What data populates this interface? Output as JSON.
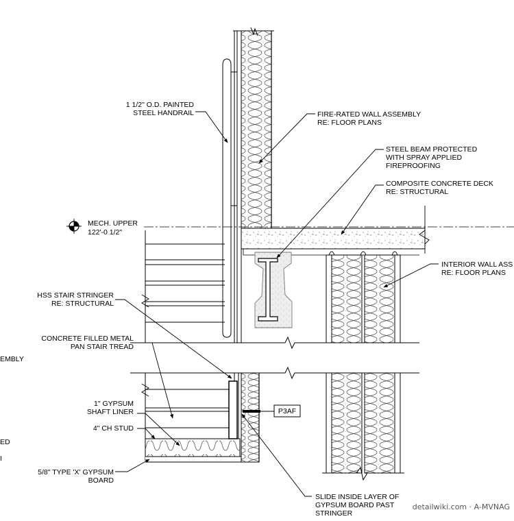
{
  "level_marker": {
    "name": "MECH. UPPER",
    "elevation": "122'-0 1/2\""
  },
  "callouts": {
    "handrail": [
      "1 1/2\" O.D. PAINTED",
      "STEEL HANDRAIL"
    ],
    "fire_wall": [
      "FIRE-RATED WALL ASSEMBLY",
      "RE: FLOOR PLANS"
    ],
    "steel_beam": [
      "STEEL BEAM PROTECTED",
      "WITH SPRAY APPLIED",
      "FIREPROOFING"
    ],
    "deck": [
      "COMPOSITE CONCRETE DECK",
      "RE: STRUCTURAL"
    ],
    "interior_wall": [
      "INTERIOR WALL ASS",
      "RE: FLOOR PLANS"
    ],
    "stringer": [
      "HSS STAIR STRINGER",
      "RE: STRUCTURAL"
    ],
    "tread": [
      "CONCRETE FILLED METAL",
      "PAN STAIR TREAD"
    ],
    "shaft_liner": [
      "1\" GYPSUM",
      "SHAFT LINER"
    ],
    "stud": [
      "4\" CH STUD"
    ],
    "gypsum_board": [
      "5/8\" TYPE 'X' GYPSUM",
      "BOARD"
    ],
    "slide_inside": [
      "SLIDE INSIDE LAYER OF",
      "GYPSUM BOARD PAST",
      "STRINGER"
    ]
  },
  "partial_left_labels": [
    "EMBLY",
    "ED",
    "I"
  ],
  "tag": "P3AF",
  "watermark": "detailwiki.com · A-MVNAG"
}
